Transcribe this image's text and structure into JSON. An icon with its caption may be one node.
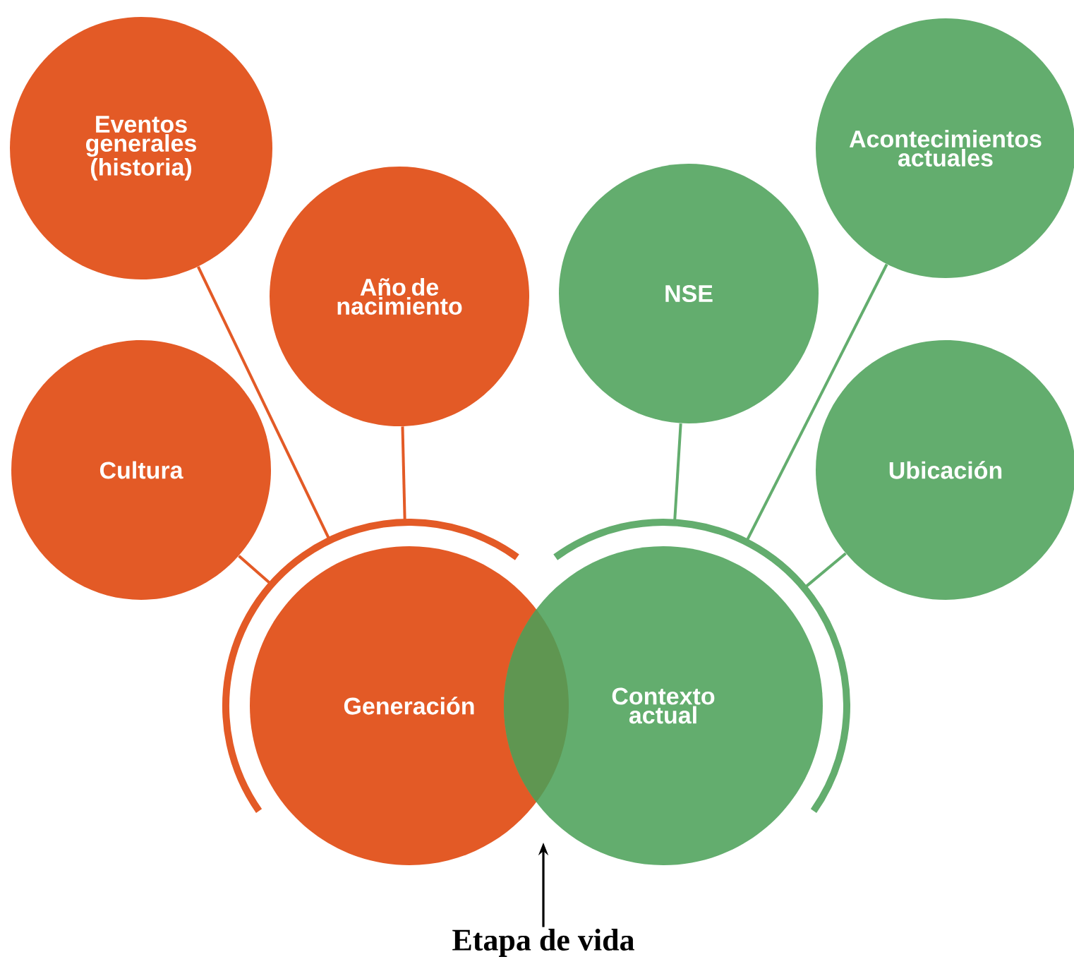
{
  "diagram": {
    "nodes": [
      {
        "text": [
          "Eventos generales (historia)"
        ]
      },
      {
        "text": [
          "Acontecimientos actuales"
        ]
      },
      {
        "text": [
          "Año de nacimiento"
        ]
      },
      {
        "text": [
          "NSE"
        ]
      },
      {
        "text": [
          "Cultura"
        ]
      },
      {
        "text": [
          "Ubicación"
        ]
      },
      {
        "text": [
          "Generación"
        ]
      },
      {
        "text": [
          "Contexto actual"
        ]
      },
      {
        "text": [
          "Etapa de vida"
        ]
      }
    ],
    "edges": [
      {
        "from": 0,
        "to": 6,
        "arrow": "none",
        "color": "#e35a26"
      },
      {
        "from": 2,
        "to": 6,
        "arrow": "none",
        "color": "#e35a26"
      },
      {
        "from": 4,
        "to": 6,
        "arrow": "none",
        "color": "#e35a26"
      },
      {
        "from": 1,
        "to": 7,
        "arrow": "none",
        "color": "#63ad6e"
      },
      {
        "from": 3,
        "to": 7,
        "arrow": "none",
        "color": "#63ad6e"
      },
      {
        "from": 5,
        "to": 7,
        "arrow": "none",
        "color": "#63ad6e"
      },
      {
        "from": 8,
        "to": null,
        "arrow": "to",
        "color": "#000000"
      }
    ]
  }
}
